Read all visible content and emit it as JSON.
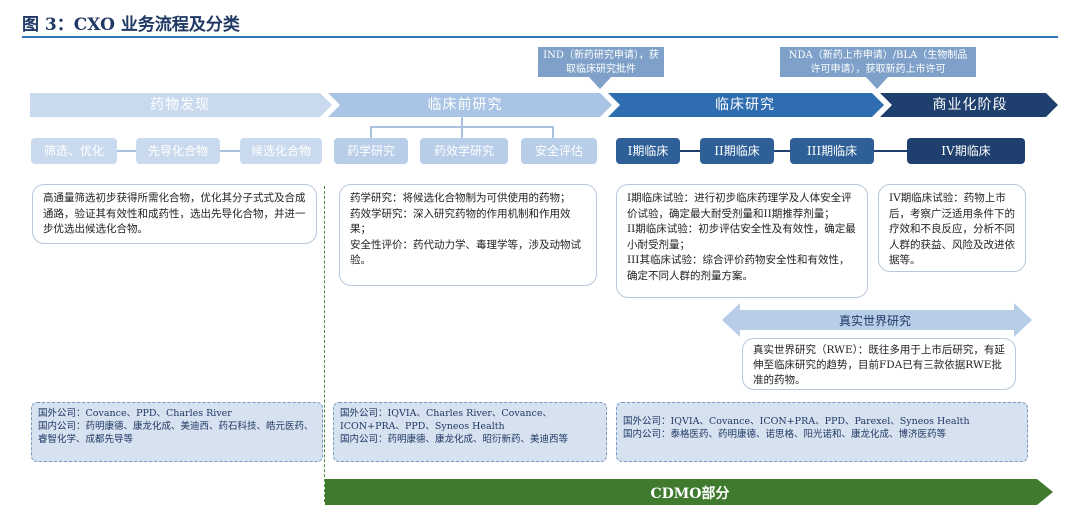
{
  "title": "图 3：CXO 业务流程及分类",
  "callouts": {
    "ind": "IND（新药研究申请），获取临床研究批件",
    "nda": "NDA（新药上市申请）/BLA（生物制品许可申请），获取新药上市许可"
  },
  "stages": [
    {
      "label": "药物发现"
    },
    {
      "label": "临床前研究"
    },
    {
      "label": "临床研究"
    },
    {
      "label": "商业化阶段"
    }
  ],
  "steps": {
    "discovery": [
      "筛选、优化",
      "先导化合物",
      "候选化合物"
    ],
    "preclinical": [
      "药学研究",
      "药效学研究",
      "安全评估"
    ],
    "clinical": [
      "I期临床",
      "II期临床",
      "III期临床"
    ],
    "commercial": [
      "IV期临床"
    ]
  },
  "descriptions": {
    "discovery": "高通量筛选初步获得所需化合物，优化其分子式式及合成通路，验证其有效性和成药性，选出先导化合物，并进一步优选出候选化合物。",
    "preclinical": [
      "药学研究：将候选化合物制为可供使用的药物；",
      "药效学研究：深入研究药物的作用机制和作用效果；",
      "安全性评价：药代动力学、毒理学等，涉及动物试验。"
    ],
    "clinical": [
      "I期临床试验：进行初步临床药理学及人体安全评价试验，确定最大耐受剂量和II期推荐剂量；",
      "II期临床试验：初步评估安全性及有效性，确定最小耐受剂量；",
      "III其临床试验：综合评价药物安全性和有效性，确定不同人群的剂量方案。"
    ],
    "commercial": "IV期临床试验：药物上市后，考察广泛适用条件下的疗效和不良反应，分析不同人群的获益、风险及改进依据等。"
  },
  "rwe": {
    "label": "真实世界研究",
    "text": "真实世界研究（RWE）：既往多用于上市后研究，有延伸至临床研究的趋势，目前FDA已有三款依据RWE批准的药物。"
  },
  "companies": {
    "discovery": {
      "foreign": "国外公司：Covance、PPD、Charles River",
      "domestic": "国内公司：药明康德、康龙化成、美迪西、药石科技、皓元医药、睿智化学、成都先导等"
    },
    "preclinical": {
      "foreign": "国外公司：IQVIA、Charles River、Covance、ICON+PRA、PPD、Syneos Health",
      "domestic": "国内公司：药明康德、康龙化成、昭衍新药、美迪西等"
    },
    "clinical": {
      "foreign": "国外公司：IQVIA、Covance、ICON+PRA、PPD、Parexel、Syneos Health",
      "domestic": "国内公司：泰格医药、药明康德、诺思格、阳光诺和、康龙化成、博济医药等"
    }
  },
  "cdmo": {
    "label": "CDMO部分"
  },
  "colors": {
    "dark": "#1f3f6e",
    "light": "#c9daee",
    "green": "#3f7a2e",
    "accent": "#2e75b6"
  }
}
